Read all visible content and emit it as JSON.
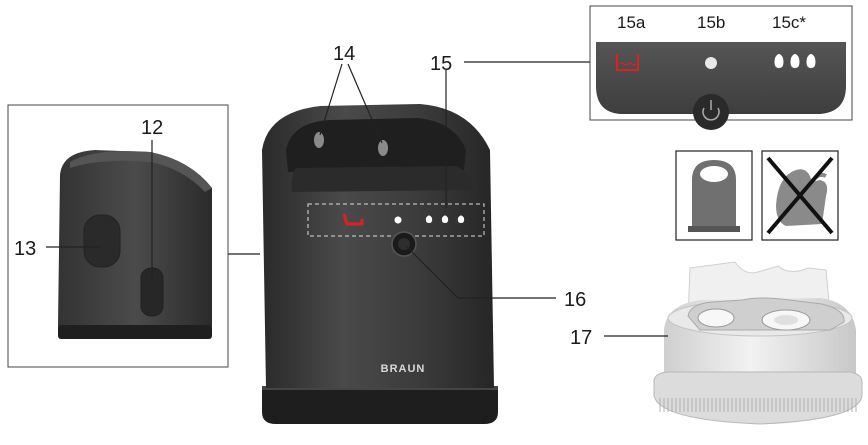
{
  "callouts": {
    "c12": "12",
    "c13": "13",
    "c14": "14",
    "c15": "15",
    "c16": "16",
    "c17": "17"
  },
  "indicator_panel": {
    "label_a": "15a",
    "label_b": "15b",
    "label_c": "15c*"
  },
  "brand": "BRAUN",
  "colors": {
    "device_body": "#3a3a3a",
    "device_dark": "#2a2a2a",
    "indicator_red": "#e02020",
    "cartridge": "#e6e6e6"
  }
}
